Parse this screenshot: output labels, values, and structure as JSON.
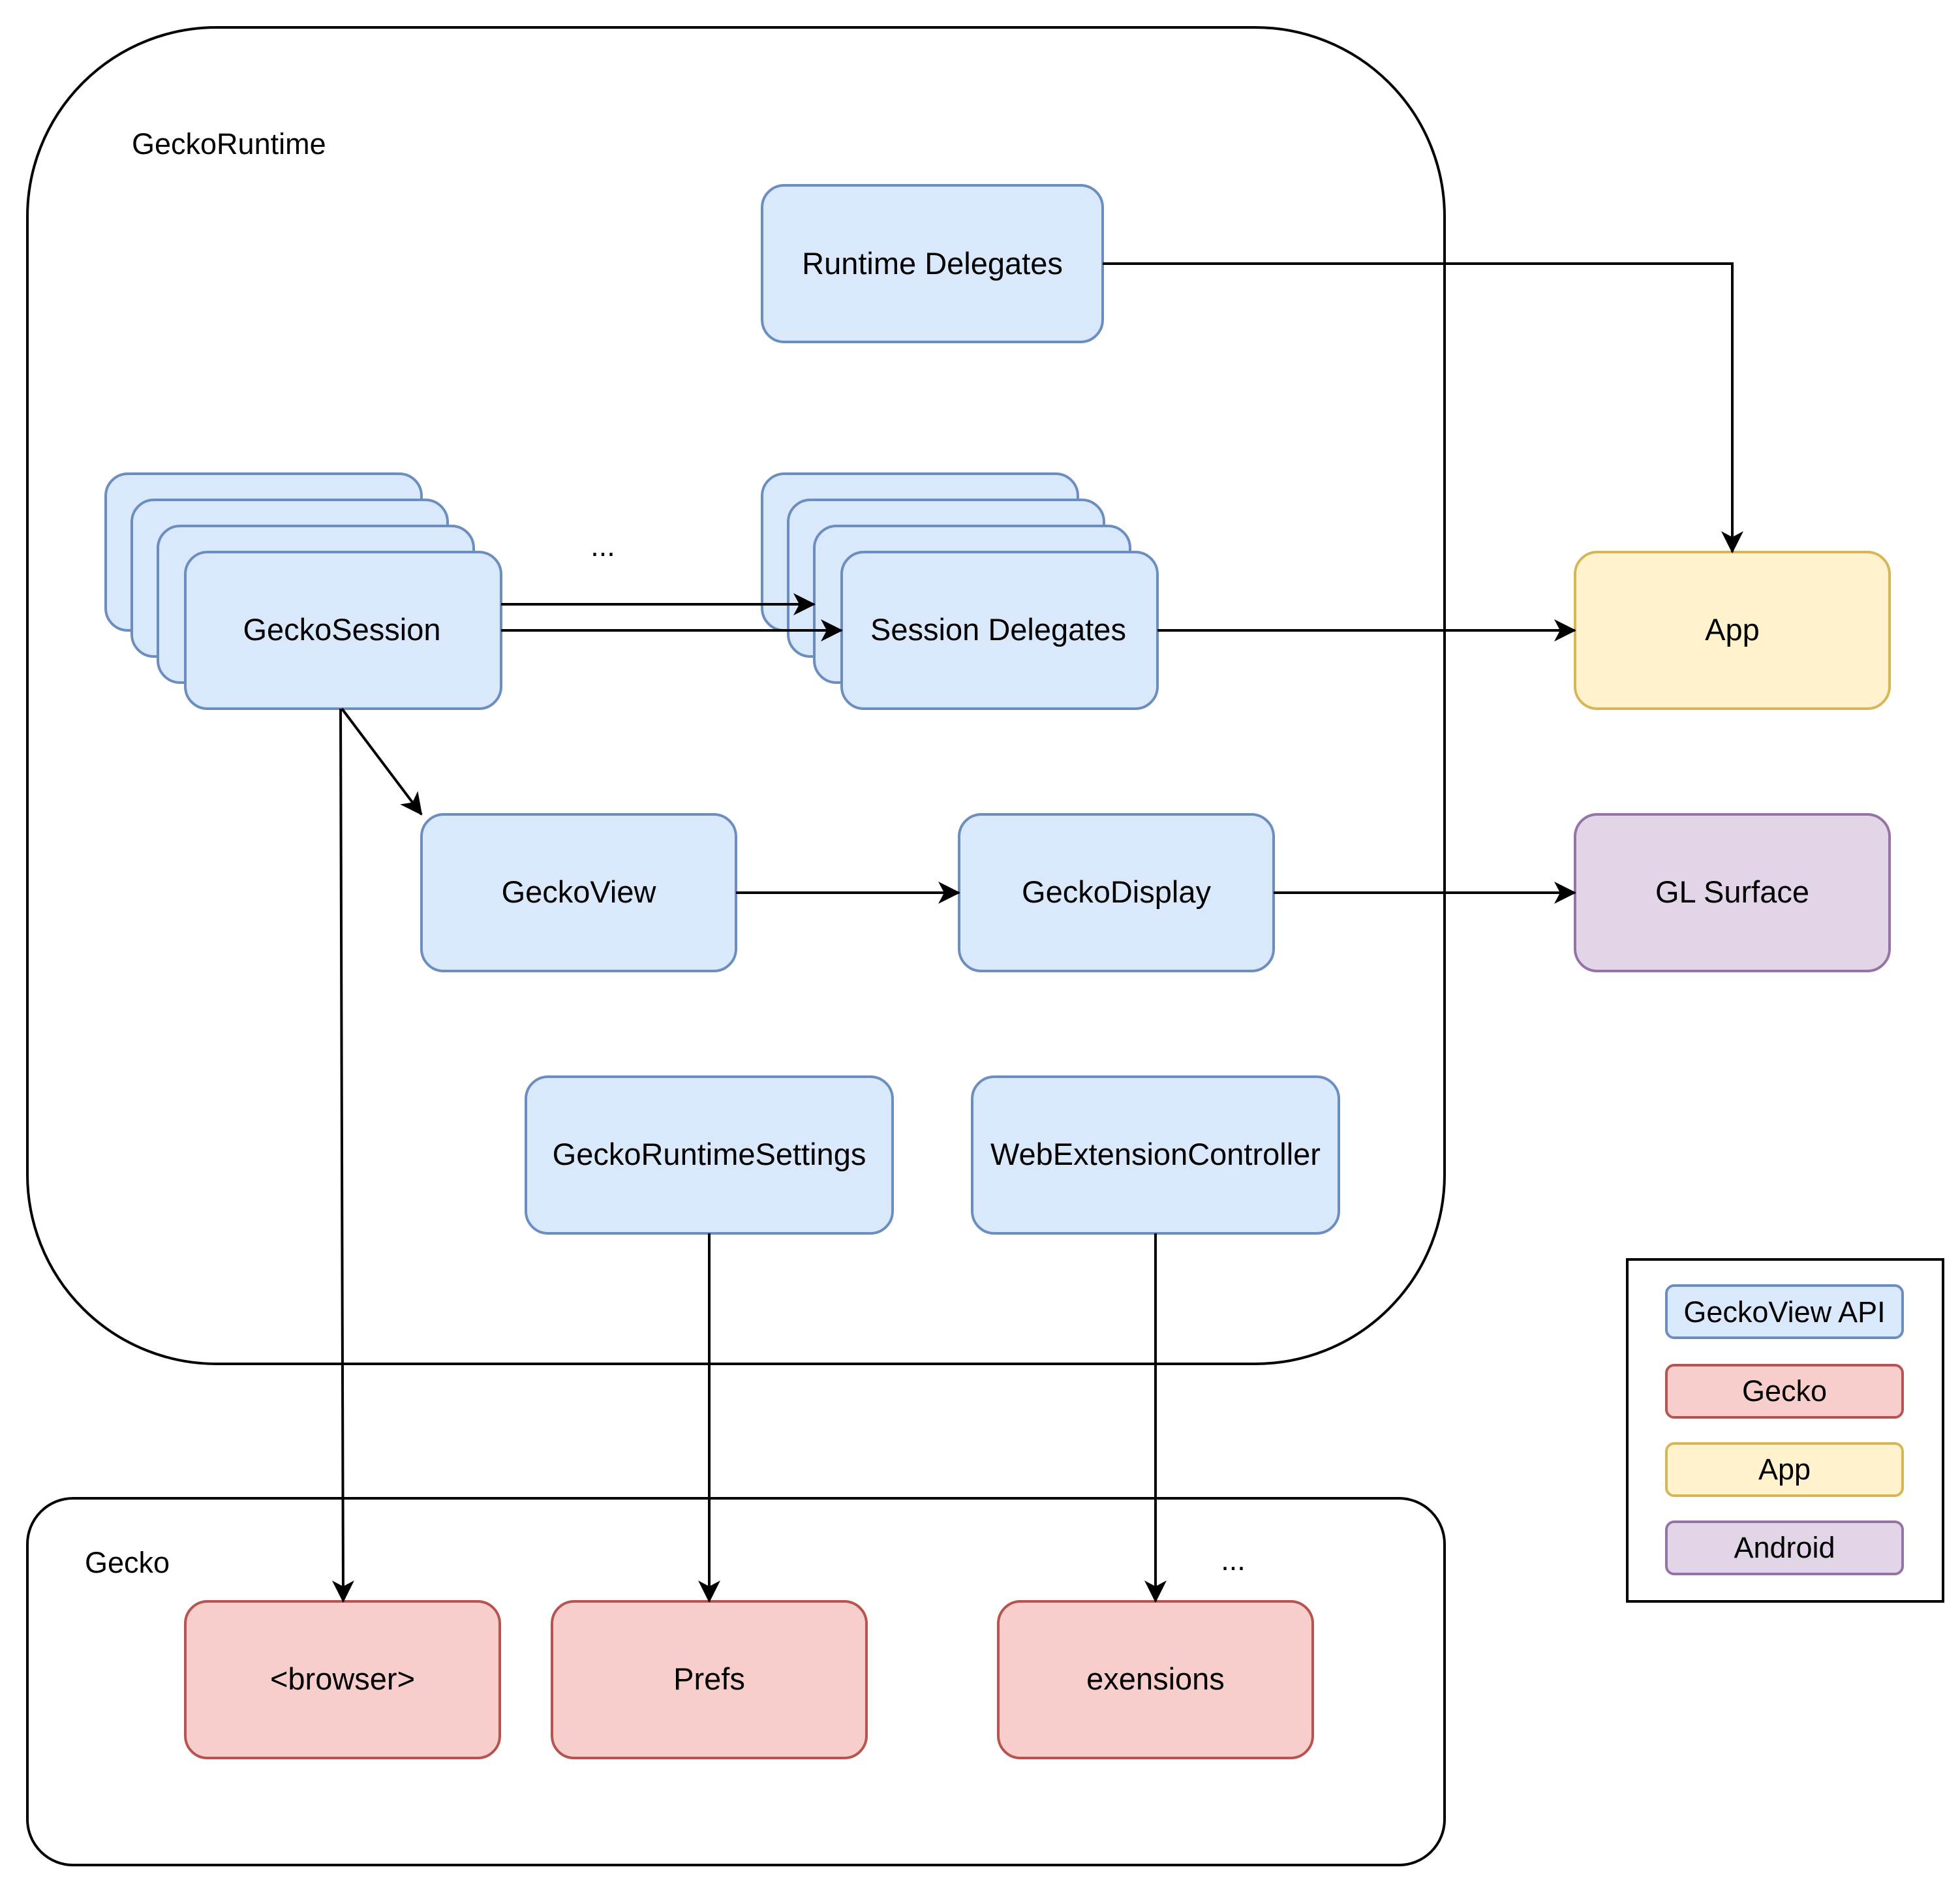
{
  "containers": {
    "runtime_label": "GeckoRuntime",
    "gecko_label": "Gecko"
  },
  "ellipsis": {
    "sessions": "...",
    "gecko": "..."
  },
  "nodes": {
    "runtime_delegates": "Runtime Delegates",
    "gecko_session": "GeckoSession",
    "session_delegates": "Session Delegates",
    "app": "App",
    "gecko_view": "GeckoView",
    "gecko_display": "GeckoDisplay",
    "gl_surface": "GL Surface",
    "runtime_settings": "GeckoRuntimeSettings",
    "webext_controller": "WebExtensionController",
    "browser": "<browser>",
    "prefs": "Prefs",
    "extensions": "exensions"
  },
  "legend": {
    "geckoview_api": "GeckoView API",
    "gecko": "Gecko",
    "app": "App",
    "android": "Android"
  },
  "colors": {
    "api_fill": "#dae8fc",
    "api_stroke": "#6c8ebf",
    "gecko_fill": "#f8cecc",
    "gecko_stroke": "#b85450",
    "app_fill": "#fff2cc",
    "app_stroke": "#d6b656",
    "android_fill": "#e1d5e7",
    "android_stroke": "#9673a6"
  }
}
